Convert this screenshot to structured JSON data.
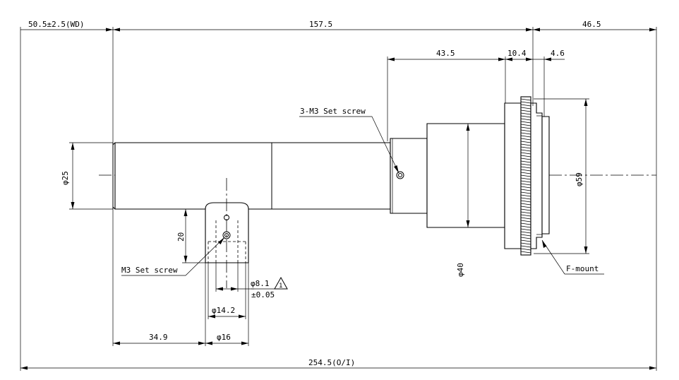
{
  "dimensions": {
    "working_distance": "50.5±2.5(WD)",
    "lens_length": "157.5",
    "flange_section": "46.5",
    "rear_to_body": "43.5",
    "ring_width": "10.4",
    "mount_offset": "4.6",
    "barrel_diameter": "φ25",
    "mount_diameter": "φ59",
    "body_diameter": "φ40",
    "port_height": "20",
    "port_inner_diameter": "φ8.1",
    "port_inner_tolerance": "±0.05",
    "port_bore_diameter": "φ14.2",
    "port_outer_diameter": "φ16",
    "port_position": "34.9",
    "total_length": "254.5(O/I)"
  },
  "callouts": {
    "side_set_screw": "3-M3 Set screw",
    "port_set_screw": "M3 Set screw",
    "mount_type": "F-mount",
    "revision_mark": "1"
  }
}
